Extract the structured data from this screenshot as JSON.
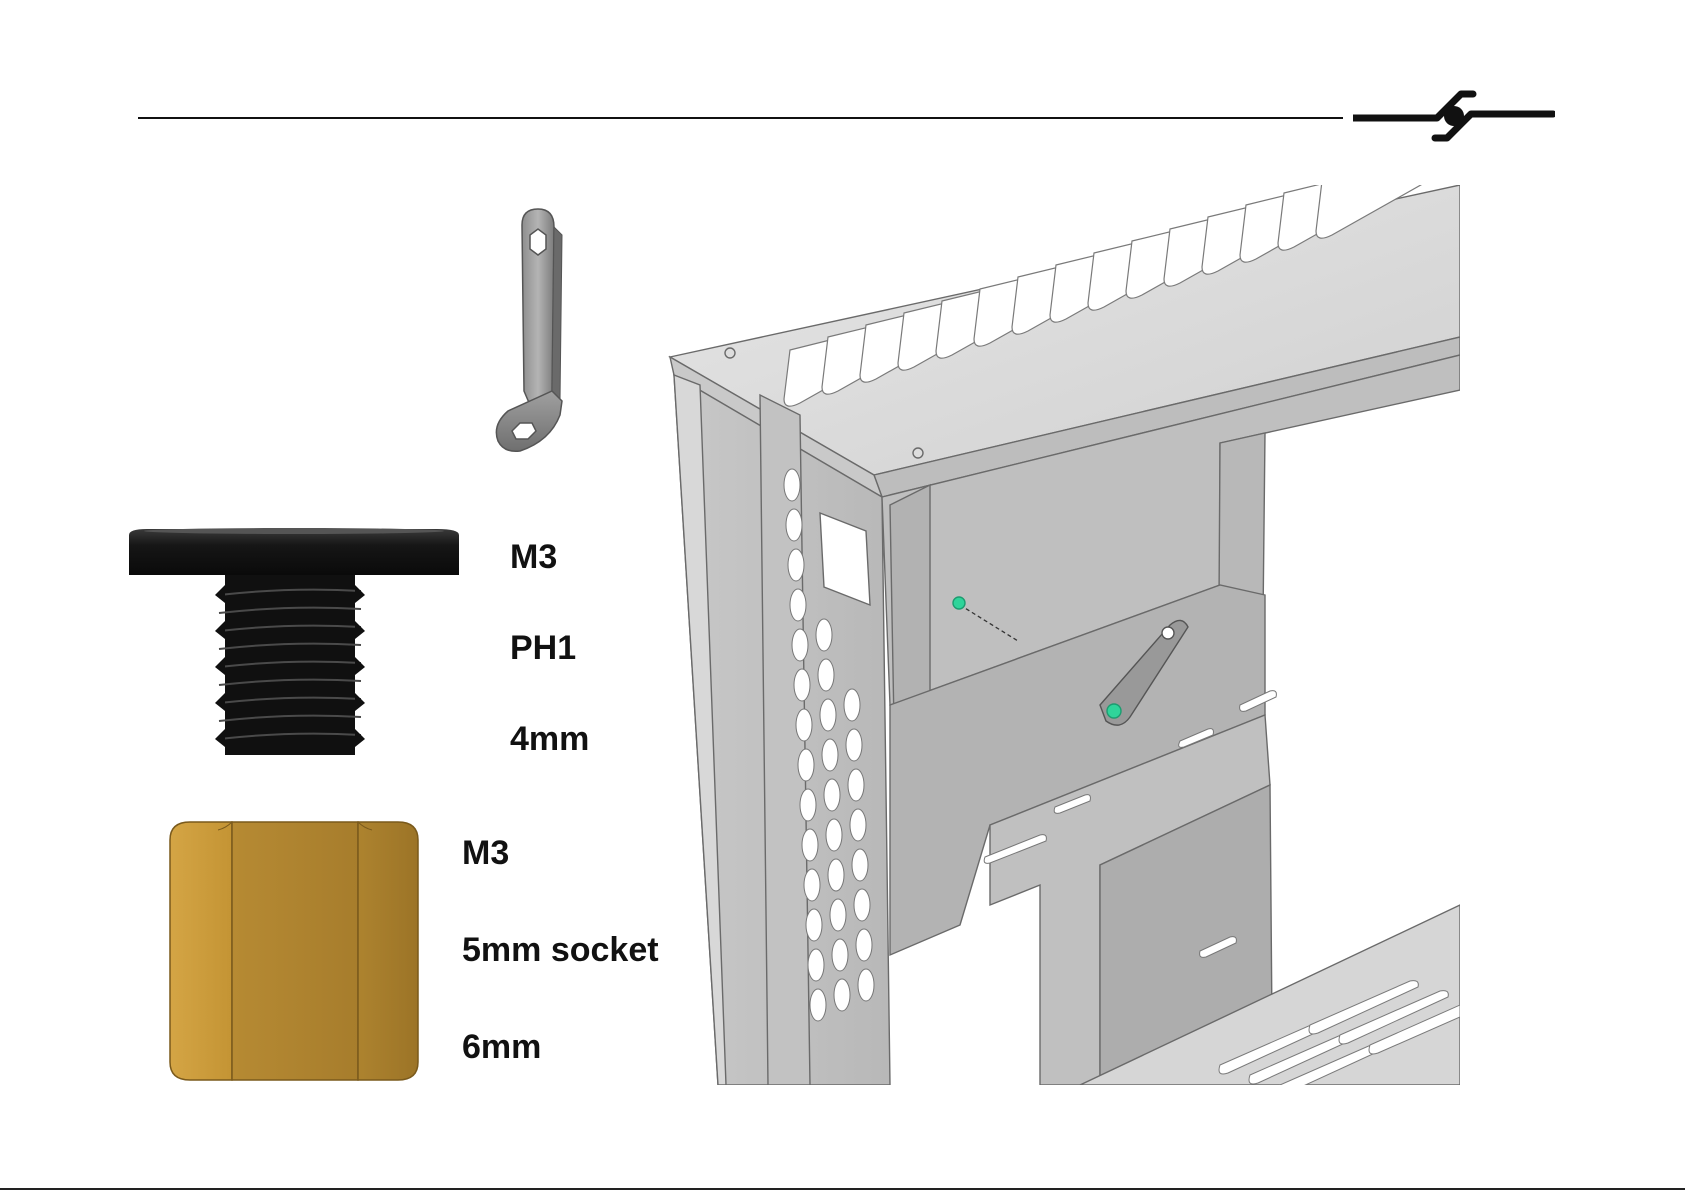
{
  "screw": {
    "thread": "M3",
    "drive": "PH1",
    "length": "4mm"
  },
  "standoff": {
    "thread": "M3",
    "socket": "5mm socket",
    "length": "6mm"
  },
  "icons": {
    "logo": "switch-symbol-logo",
    "bracket": "l-bracket-icon",
    "screw": "screw-icon",
    "standoff": "hex-standoff-icon",
    "chassis": "chassis-assembly-illustration"
  },
  "colors": {
    "highlight": "#2fd49a",
    "brass": "#b98f38",
    "sheet_metal": "#cfcfcf",
    "screw_black": "#161616"
  }
}
